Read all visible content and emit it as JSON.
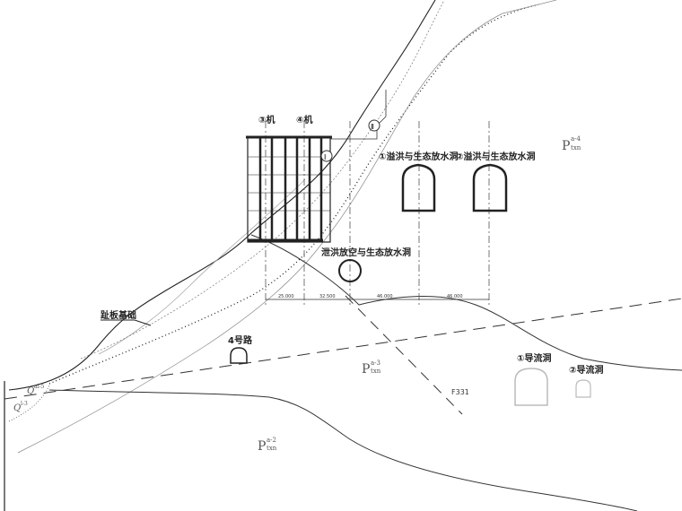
{
  "labels": {
    "unit3": "③机",
    "unit4": "④机",
    "spillway1": "①溢洪与生态放水洞",
    "spillway2": "②溢洪与生态放水洞",
    "outlet": "泄洪放空与生态放水洞",
    "toe_slab": "趾板基础",
    "road4": "4号路",
    "diversion1": "①导流洞",
    "diversion2": "②导流洞",
    "fault": "F331",
    "section1": "Ⅰ",
    "section2": "Ⅱ"
  },
  "dimensions": [
    "25.000",
    "32.500",
    "46.000",
    "46.000"
  ],
  "geology": {
    "p4": {
      "main": "P",
      "sup": "a-4",
      "sub": "txn"
    },
    "p3": {
      "main": "P",
      "sup": "a-3",
      "sub": "txn"
    },
    "p2": {
      "main": "P",
      "sup": "a-2",
      "sub": "txn"
    },
    "qal": {
      "main": "Q",
      "sup": "al-5"
    },
    "ql": {
      "main": "Q",
      "sup": "l-3"
    }
  },
  "colors": {
    "line": "#222222",
    "faint": "#999999"
  }
}
